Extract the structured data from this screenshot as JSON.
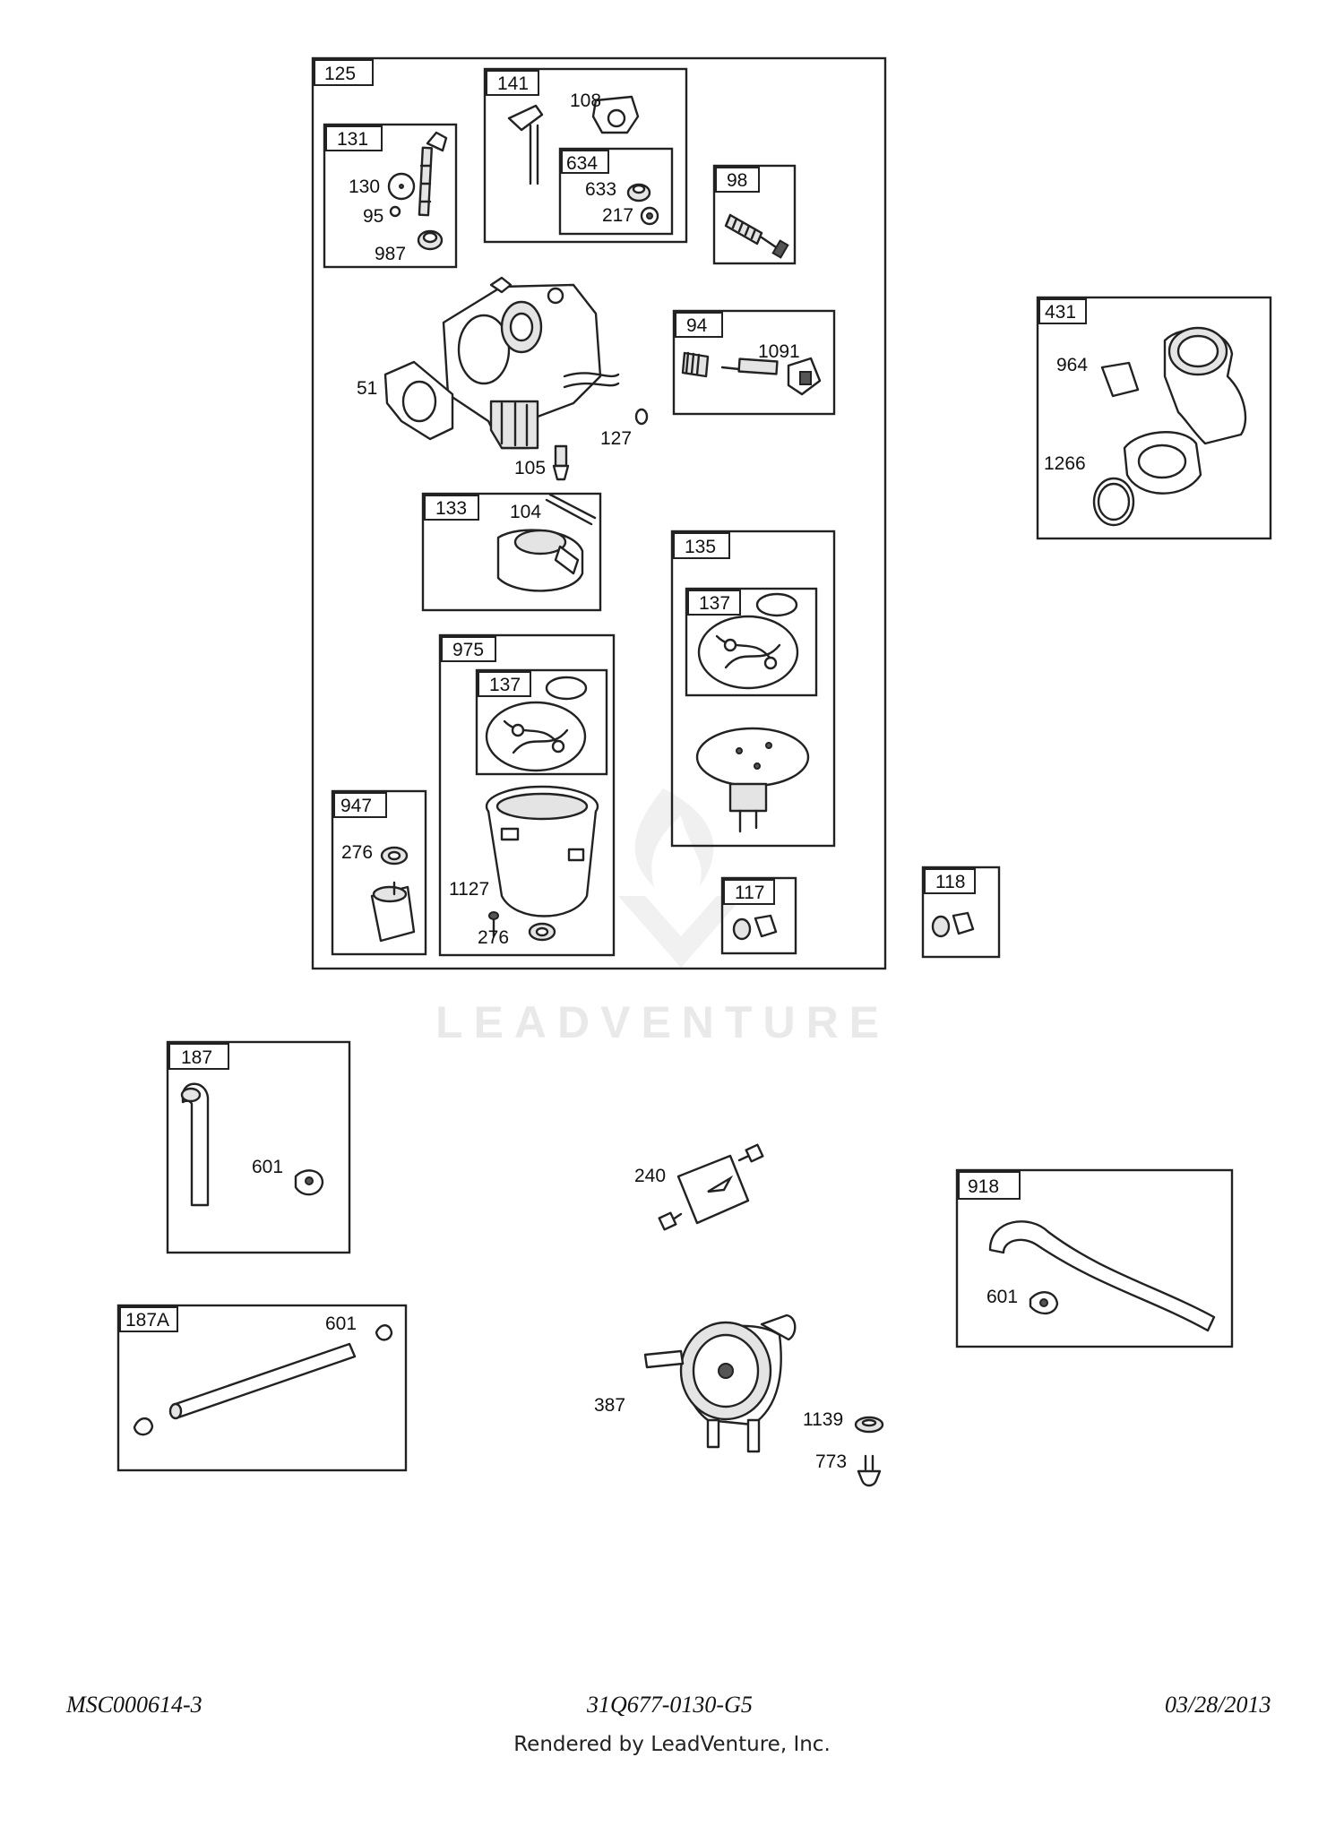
{
  "watermark": {
    "text": "LEADVENTURE"
  },
  "groups": [
    {
      "id": "g125",
      "label": "125"
    },
    {
      "id": "g131",
      "label": "131"
    },
    {
      "id": "g141",
      "label": "141"
    },
    {
      "id": "g634",
      "label": "634"
    },
    {
      "id": "g98",
      "label": "98"
    },
    {
      "id": "g94",
      "label": "94"
    },
    {
      "id": "g133",
      "label": "133"
    },
    {
      "id": "g135",
      "label": "135"
    },
    {
      "id": "g137a",
      "label": "137"
    },
    {
      "id": "g975",
      "label": "975"
    },
    {
      "id": "g137b",
      "label": "137"
    },
    {
      "id": "g947",
      "label": "947"
    },
    {
      "id": "g117",
      "label": "117"
    },
    {
      "id": "g118",
      "label": "118"
    },
    {
      "id": "g431",
      "label": "431"
    },
    {
      "id": "g187",
      "label": "187"
    },
    {
      "id": "g187a",
      "label": "187A"
    },
    {
      "id": "g918",
      "label": "918"
    }
  ],
  "callouts": [
    {
      "id": "c108",
      "text": "108"
    },
    {
      "id": "c130",
      "text": "130"
    },
    {
      "id": "c95",
      "text": "95"
    },
    {
      "id": "c987",
      "text": "987"
    },
    {
      "id": "c633",
      "text": "633"
    },
    {
      "id": "c217",
      "text": "217"
    },
    {
      "id": "c1091",
      "text": "1091"
    },
    {
      "id": "c51",
      "text": "51"
    },
    {
      "id": "c127",
      "text": "127"
    },
    {
      "id": "c105",
      "text": "105"
    },
    {
      "id": "c104",
      "text": "104"
    },
    {
      "id": "c276a",
      "text": "276"
    },
    {
      "id": "c1127",
      "text": "1127"
    },
    {
      "id": "c276b",
      "text": "276"
    },
    {
      "id": "c964",
      "text": "964"
    },
    {
      "id": "c1266",
      "text": "1266"
    },
    {
      "id": "c601a",
      "text": "601"
    },
    {
      "id": "c240",
      "text": "240"
    },
    {
      "id": "c601b",
      "text": "601"
    },
    {
      "id": "c601c",
      "text": "601"
    },
    {
      "id": "c387",
      "text": "387"
    },
    {
      "id": "c1139",
      "text": "1139"
    },
    {
      "id": "c773",
      "text": "773"
    }
  ],
  "footer": {
    "left": "MSC000614-3",
    "center": "31Q677-0130-G5",
    "right": "03/28/2013",
    "rendered_by": "Rendered by LeadVenture, Inc."
  }
}
